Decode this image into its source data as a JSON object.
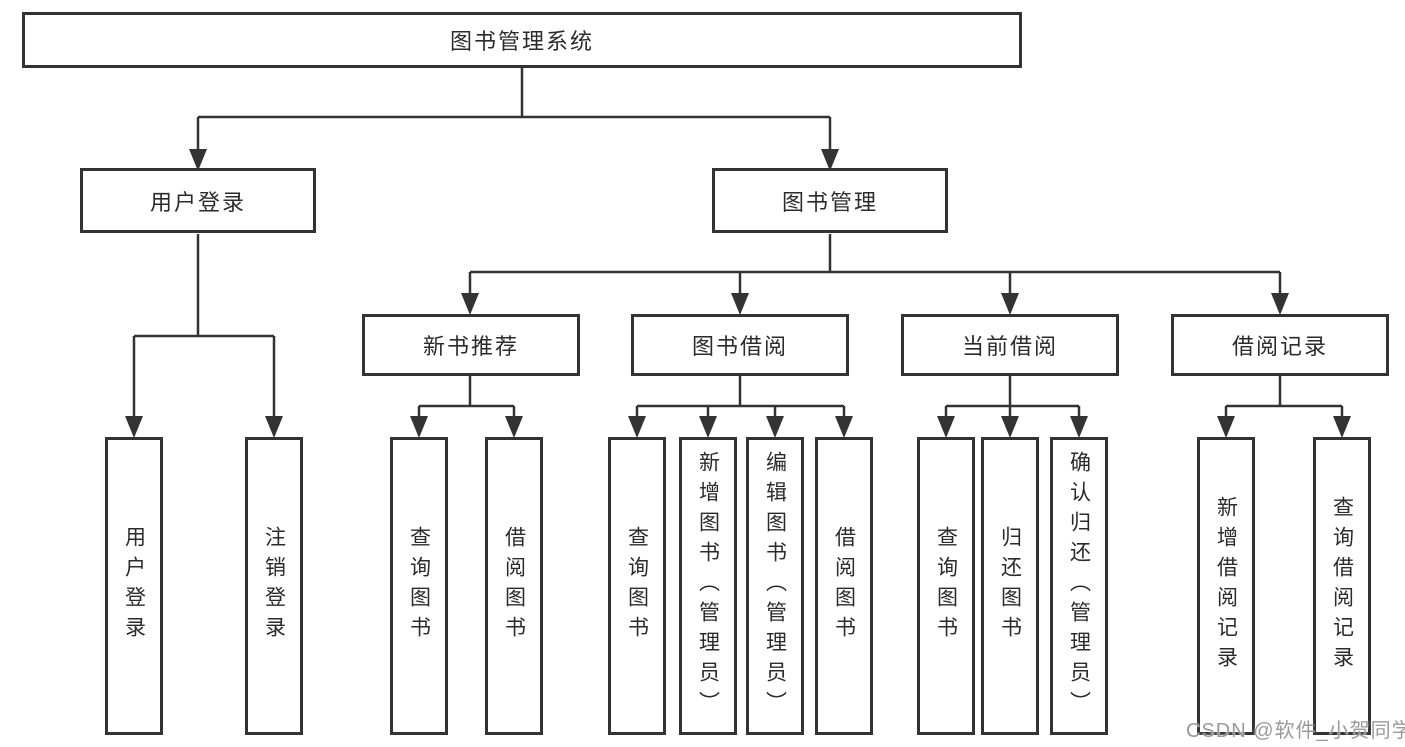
{
  "colors": {
    "box_border": "#333333",
    "connector_line": "#333333",
    "label_text": "#2b2b2b",
    "watermark_text": "#9a9a9a",
    "background": "#ffffff"
  },
  "tree": {
    "root": {
      "label": "图书管理系统"
    },
    "branches": [
      {
        "label": "用户登录",
        "children": [
          {
            "label": "用户登录"
          },
          {
            "label": "注销登录"
          }
        ]
      },
      {
        "label": "图书管理",
        "children": [
          {
            "label": "新书推荐",
            "children": [
              {
                "label": "查询图书"
              },
              {
                "label": "借阅图书"
              }
            ]
          },
          {
            "label": "图书借阅",
            "children": [
              {
                "label": "查询图书"
              },
              {
                "label": "新增图书（管理员）"
              },
              {
                "label": "编辑图书（管理员）"
              },
              {
                "label": "借阅图书"
              }
            ]
          },
          {
            "label": "当前借阅",
            "children": [
              {
                "label": "查询图书"
              },
              {
                "label": "归还图书"
              },
              {
                "label": "确认归还（管理员）"
              }
            ]
          },
          {
            "label": "借阅记录",
            "children": [
              {
                "label": "新增借阅记录"
              },
              {
                "label": "查询借阅记录"
              }
            ]
          }
        ]
      }
    ]
  },
  "watermark": {
    "text": "CSDN @软件_小贺同学"
  }
}
